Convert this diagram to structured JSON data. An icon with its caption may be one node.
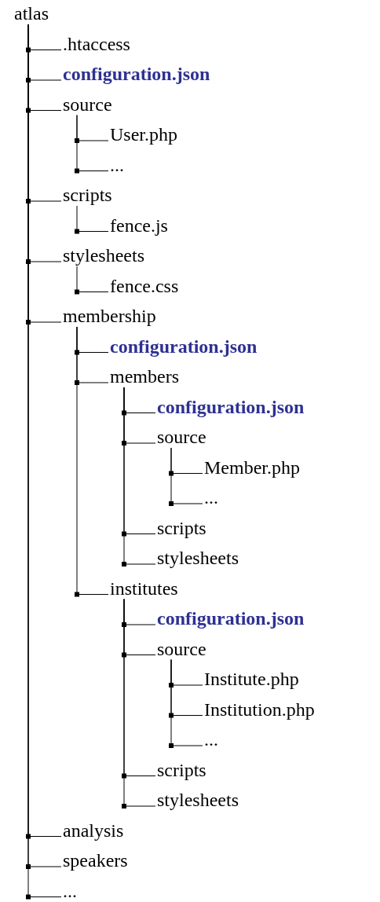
{
  "diagram": {
    "nodes": [
      {
        "text": [
          "atlas"
        ]
      },
      {
        "text": [
          ".htaccess"
        ]
      },
      {
        "text": [
          "**configuration.json**"
        ]
      },
      {
        "text": [
          "source"
        ]
      },
      {
        "text": [
          "User.php"
        ]
      },
      {
        "text": [
          "..."
        ]
      },
      {
        "text": [
          "scripts"
        ]
      },
      {
        "text": [
          "fence.js"
        ]
      },
      {
        "text": [
          "stylesheets"
        ]
      },
      {
        "text": [
          "fence.css"
        ]
      },
      {
        "text": [
          "membership"
        ]
      },
      {
        "text": [
          "**configuration.json**"
        ]
      },
      {
        "text": [
          "members"
        ]
      },
      {
        "text": [
          "**configuration.json**"
        ]
      },
      {
        "text": [
          "source"
        ]
      },
      {
        "text": [
          "Member.php"
        ]
      },
      {
        "text": [
          "..."
        ]
      },
      {
        "text": [
          "scripts"
        ]
      },
      {
        "text": [
          "stylesheets"
        ]
      },
      {
        "text": [
          "institutes"
        ]
      },
      {
        "text": [
          "**configuration.json**"
        ]
      },
      {
        "text": [
          "source"
        ]
      },
      {
        "text": [
          "Institute.php"
        ]
      },
      {
        "text": [
          "Institution.php"
        ]
      },
      {
        "text": [
          "..."
        ]
      },
      {
        "text": [
          "scripts"
        ]
      },
      {
        "text": [
          "stylesheets"
        ]
      },
      {
        "text": [
          "analysis"
        ]
      },
      {
        "text": [
          "speakers"
        ]
      },
      {
        "text": [
          "..."
        ]
      }
    ],
    "edges": [
      {
        "from": 0,
        "to": 1,
        "arrow": "none"
      },
      {
        "from": 0,
        "to": 2,
        "arrow": "none"
      },
      {
        "from": 0,
        "to": 3,
        "arrow": "none"
      },
      {
        "from": 3,
        "to": 4,
        "arrow": "none"
      },
      {
        "from": 3,
        "to": 5,
        "arrow": "none"
      },
      {
        "from": 0,
        "to": 6,
        "arrow": "none"
      },
      {
        "from": 6,
        "to": 7,
        "arrow": "none"
      },
      {
        "from": 0,
        "to": 8,
        "arrow": "none"
      },
      {
        "from": 8,
        "to": 9,
        "arrow": "none"
      },
      {
        "from": 0,
        "to": 10,
        "arrow": "none"
      },
      {
        "from": 10,
        "to": 11,
        "arrow": "none"
      },
      {
        "from": 10,
        "to": 12,
        "arrow": "none"
      },
      {
        "from": 12,
        "to": 13,
        "arrow": "none"
      },
      {
        "from": 12,
        "to": 14,
        "arrow": "none"
      },
      {
        "from": 14,
        "to": 15,
        "arrow": "none"
      },
      {
        "from": 14,
        "to": 16,
        "arrow": "none"
      },
      {
        "from": 12,
        "to": 17,
        "arrow": "none"
      },
      {
        "from": 12,
        "to": 18,
        "arrow": "none"
      },
      {
        "from": 10,
        "to": 19,
        "arrow": "none"
      },
      {
        "from": 19,
        "to": 20,
        "arrow": "none"
      },
      {
        "from": 19,
        "to": 21,
        "arrow": "none"
      },
      {
        "from": 21,
        "to": 22,
        "arrow": "none"
      },
      {
        "from": 21,
        "to": 23,
        "arrow": "none"
      },
      {
        "from": 21,
        "to": 24,
        "arrow": "none"
      },
      {
        "from": 19,
        "to": 25,
        "arrow": "none"
      },
      {
        "from": 19,
        "to": 26,
        "arrow": "none"
      },
      {
        "from": 0,
        "to": 27,
        "arrow": "none"
      },
      {
        "from": 0,
        "to": 28,
        "arrow": "none"
      },
      {
        "from": 0,
        "to": 29,
        "arrow": "none"
      }
    ]
  }
}
